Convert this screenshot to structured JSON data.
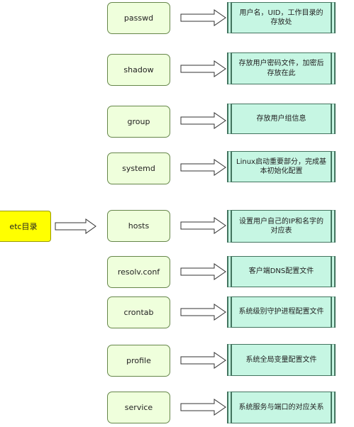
{
  "root": {
    "label": "etc目录"
  },
  "files": [
    {
      "name": "passwd",
      "description": "用户名，UID，工作目录的存放处"
    },
    {
      "name": "shadow",
      "description": "存放用户密码文件，加密后存放在此"
    },
    {
      "name": "group",
      "description": "存放用户组信息"
    },
    {
      "name": "systemd",
      "description": "Linux启动重要部分，完成基本初始化配置"
    },
    {
      "name": "hosts",
      "description": "设置用户自己的IP和名字的对应表"
    },
    {
      "name": "resolv.conf",
      "description": "客户端DNS配置文件"
    },
    {
      "name": "crontab",
      "description": "系统级别守护进程配置文件"
    },
    {
      "name": "profile",
      "description": "系统全局变量配置文件"
    },
    {
      "name": "service",
      "description": "系统服务与端口的对应关系"
    }
  ],
  "colors": {
    "root_fill": "#ffff00",
    "file_fill": "#efffdc",
    "description_fill": "#c6f6e3"
  }
}
